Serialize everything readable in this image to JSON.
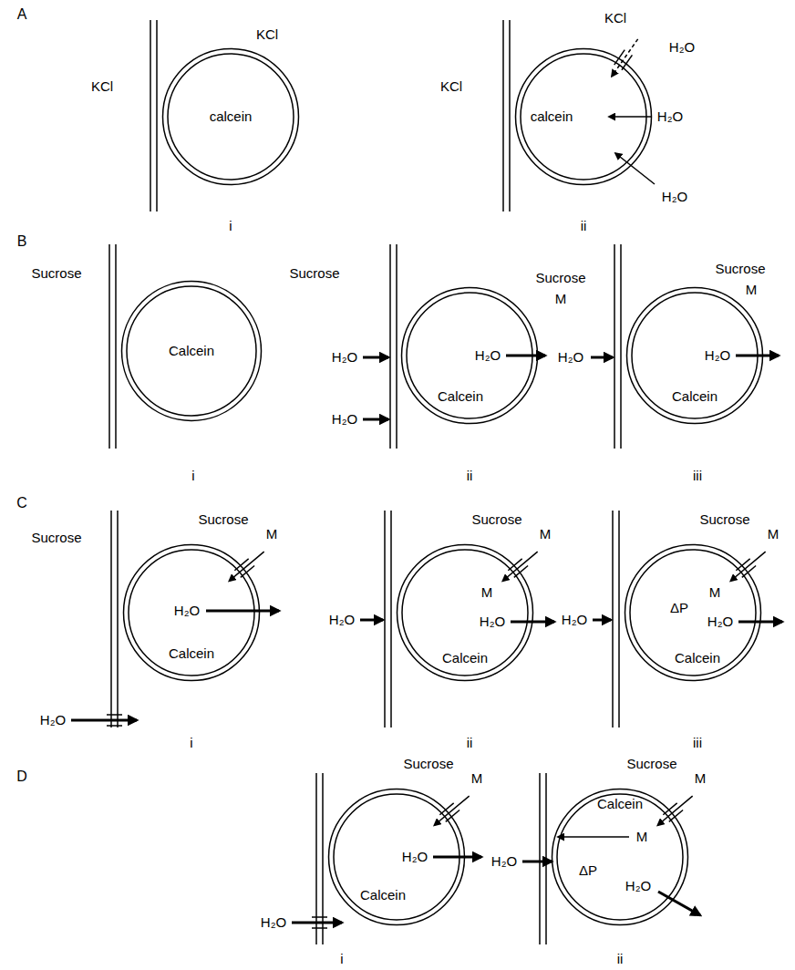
{
  "diagram": {
    "nodes": [
      {
        "text": [
          "calcein"
        ]
      },
      {
        "text": [
          "calcein"
        ]
      },
      {
        "text": [
          "Calcein"
        ]
      },
      {
        "text": [
          "Calcein"
        ]
      },
      {
        "text": [
          "Calcein"
        ]
      },
      {
        "text": [
          "Calcein"
        ]
      },
      {
        "text": [
          "Calcein"
        ]
      },
      {
        "text": [
          "Calcein"
        ]
      },
      {
        "text": [
          "Calcein"
        ]
      },
      {
        "text": [
          "Calcein"
        ]
      }
    ],
    "labels": [
      "A",
      "KCl",
      "KCl",
      "KCl",
      "KCl",
      "H₂O",
      "H₂O",
      "H₂O",
      "i",
      "ii",
      "B",
      "Sucrose",
      "Sucrose",
      "i",
      "Sucrose",
      "M",
      "H₂O",
      "H₂O",
      "H₂O",
      "ii",
      "Sucrose",
      "M",
      "H₂O",
      "H₂O",
      "iii",
      "C",
      "Sucrose",
      "Sucrose",
      "M",
      "H₂O",
      "H₂O",
      "i",
      "Sucrose",
      "M",
      "M",
      "H₂O",
      "H₂O",
      "ii",
      "Sucrose",
      "M",
      "M",
      "ΔP",
      "H₂O",
      "H₂O",
      "iii",
      "D",
      "Sucrose",
      "M",
      "H₂O",
      "H₂O",
      "i",
      "Sucrose",
      "M",
      "M",
      "H₂O",
      "ΔP",
      "H₂O",
      "ii"
    ]
  }
}
